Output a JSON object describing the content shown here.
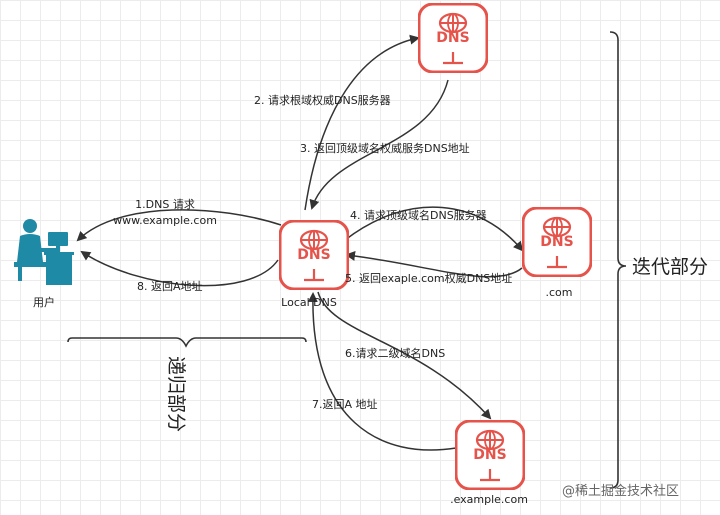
{
  "nodes": {
    "user": {
      "label": "用户"
    },
    "local_dns": {
      "label": "Local DNS"
    },
    "root_dns": {
      "label": ""
    },
    "com_dns": {
      "label": ".com"
    },
    "example_dns": {
      "label": ".example.com"
    }
  },
  "dns_icon_text": "DNS",
  "edges": {
    "e1_line1": "1.DNS 请求",
    "e1_line2": "www.example.com",
    "e2": "2. 请求根域权威DNS服务器",
    "e3": "3. 返回顶级域名权威服务DNS地址",
    "e4": "4. 请求顶级域名DNS服务器",
    "e5": "5. 返回exaple.com权威DNS地址",
    "e6": "6.请求二级域名DNS",
    "e7": "7.返回A 地址",
    "e8": "8. 返回A地址"
  },
  "sections": {
    "recursive": "递归部分",
    "iterative": "迭代部分"
  },
  "watermark": "@稀土掘金技术社区",
  "colors": {
    "dns_red": "#e5534b",
    "user_teal": "#1e8aa6",
    "line": "#333333"
  }
}
